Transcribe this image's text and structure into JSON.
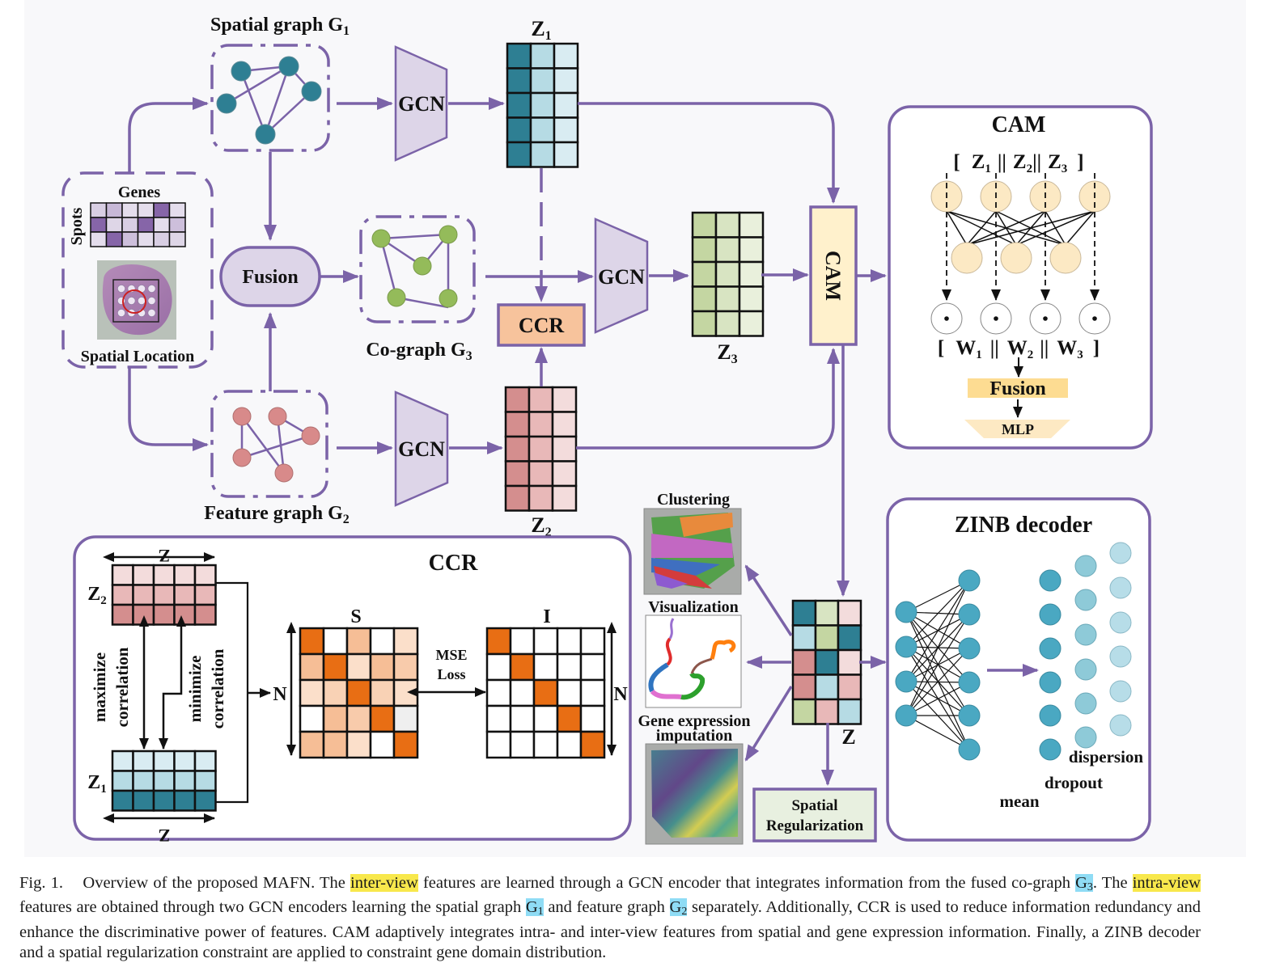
{
  "figure": {
    "input": {
      "genes_label": "Genes",
      "spots_label": "Spots",
      "location_label": "Spatial Location",
      "gene_matrix": [
        [
          0.2,
          0.35,
          0.1,
          0.1,
          0.9,
          0.1
        ],
        [
          0.9,
          0.15,
          0.2,
          0.9,
          0.1,
          0.3
        ],
        [
          0.1,
          0.9,
          0.3,
          0.1,
          0.2,
          0.15
        ]
      ]
    },
    "spatial_graph": {
      "label": "Spatial graph G",
      "sub": "1"
    },
    "feature_graph": {
      "label": "Feature graph G",
      "sub": "2"
    },
    "co_graph": {
      "label": "Co-graph G",
      "sub": "3"
    },
    "fusion_label": "Fusion",
    "gcn_label": "GCN",
    "ccr_box_label": "CCR",
    "cam_box_label": "CAM",
    "z1": {
      "label": "Z",
      "sub": "1",
      "colors": [
        "#2e7f93",
        "#b6dbe4",
        "#d9ecf2"
      ]
    },
    "z2": {
      "label": "Z",
      "sub": "2",
      "colors": [
        "#d48e8e",
        "#e8b8b8",
        "#f3dcdc"
      ]
    },
    "z3": {
      "label": "Z",
      "sub": "3",
      "colors": [
        "#c4d6a2",
        "#d8e4c2",
        "#e9f0dc"
      ]
    },
    "cam_panel": {
      "title": "CAM",
      "top_expr": [
        "[",
        "Z",
        "1",
        "||",
        "Z",
        "2",
        "||",
        "Z",
        "3",
        "]"
      ],
      "bottom_expr": [
        "[",
        "W",
        "1",
        "||",
        "W",
        "2",
        "||",
        "W",
        "3",
        "]"
      ],
      "fusion_label": "Fusion",
      "mlp_label": "MLP",
      "dot_symbol": "•"
    },
    "ccr_panel": {
      "title": "CCR",
      "z2_label": "Z",
      "z2_sub": "2",
      "z1_label": "Z",
      "z1_sub": "1",
      "dim_label": "Z",
      "maximize_label": [
        "maximize",
        "correlation"
      ],
      "minimize_label": [
        "minimize",
        "correlation"
      ],
      "s_label": "S",
      "i_label": "I",
      "n_label": "N",
      "mse_label": [
        "MSE",
        "Loss"
      ],
      "s_matrix": [
        [
          1.0,
          0.0,
          0.45,
          0.0,
          0.2
        ],
        [
          0.45,
          1.0,
          0.2,
          0.45,
          0.35
        ],
        [
          0.2,
          0.3,
          1.0,
          0.3,
          0.2
        ],
        [
          0.0,
          0.45,
          0.35,
          1.0,
          -1
        ],
        [
          0.45,
          0.45,
          0.2,
          0.0,
          1.0
        ]
      ]
    },
    "outputs": {
      "clustering_label": "Clustering",
      "visualization_label": "Visualization",
      "imputation_label": [
        "Gene expression",
        "imputation"
      ],
      "z_label": "Z",
      "z_matrix": [
        [
          "#2e7f93",
          "#d8e4c2",
          "#f3dcdc"
        ],
        [
          "#b6dbe4",
          "#c4d6a2",
          "#2e7f93"
        ],
        [
          "#d48e8e",
          "#2e7f93",
          "#f3dcdc"
        ],
        [
          "#d48e8e",
          "#b6dbe4",
          "#e8b8b8"
        ],
        [
          "#c4d6a2",
          "#e8b8b8",
          "#b6dbe4"
        ]
      ],
      "spatial_reg_label": [
        "Spatial",
        "Regularization"
      ]
    },
    "zinb_panel": {
      "title": "ZINB decoder",
      "mean_label": "mean",
      "dropout_label": "dropout",
      "dispersion_label": "dispersion"
    },
    "colors": {
      "purple": "#7b63a8",
      "purple_fill": "#ddd5e8",
      "ccr_fill": "#f7c39c",
      "cam_fill": "#fff1cc",
      "orange": "#e86e14",
      "teal": "#2e7f93",
      "zinb_node": "#4aa8c2",
      "green_node": "#94bb5a",
      "pink_node": "#d88a8a"
    }
  },
  "caption": {
    "parts": [
      {
        "t": "Fig. 1.    Overview of the proposed MAFN. The "
      },
      {
        "t": "inter-view",
        "hl": "y"
      },
      {
        "t": " features are learned through a GCN encoder that integrates information from the fused co-graph "
      },
      {
        "t": "G",
        "sub": "3",
        "hl": "b"
      },
      {
        "t": ". The "
      },
      {
        "t": "intra-view",
        "hl": "y"
      },
      {
        "t": " features are obtained through two GCN encoders learning the spatial graph "
      },
      {
        "t": "G",
        "sub": "1",
        "hl": "b"
      },
      {
        "t": " and feature graph "
      },
      {
        "t": "G",
        "sub": "2",
        "hl": "b"
      },
      {
        "t": " separately. Additionally, CCR is used to reduce information redundancy and enhance the discriminative power of features. CAM adaptively integrates intra- and inter-view features from spatial and gene expression information. Finally, a ZINB decoder and a spatial regularization constraint are applied to constraint gene domain distribution."
      }
    ]
  }
}
